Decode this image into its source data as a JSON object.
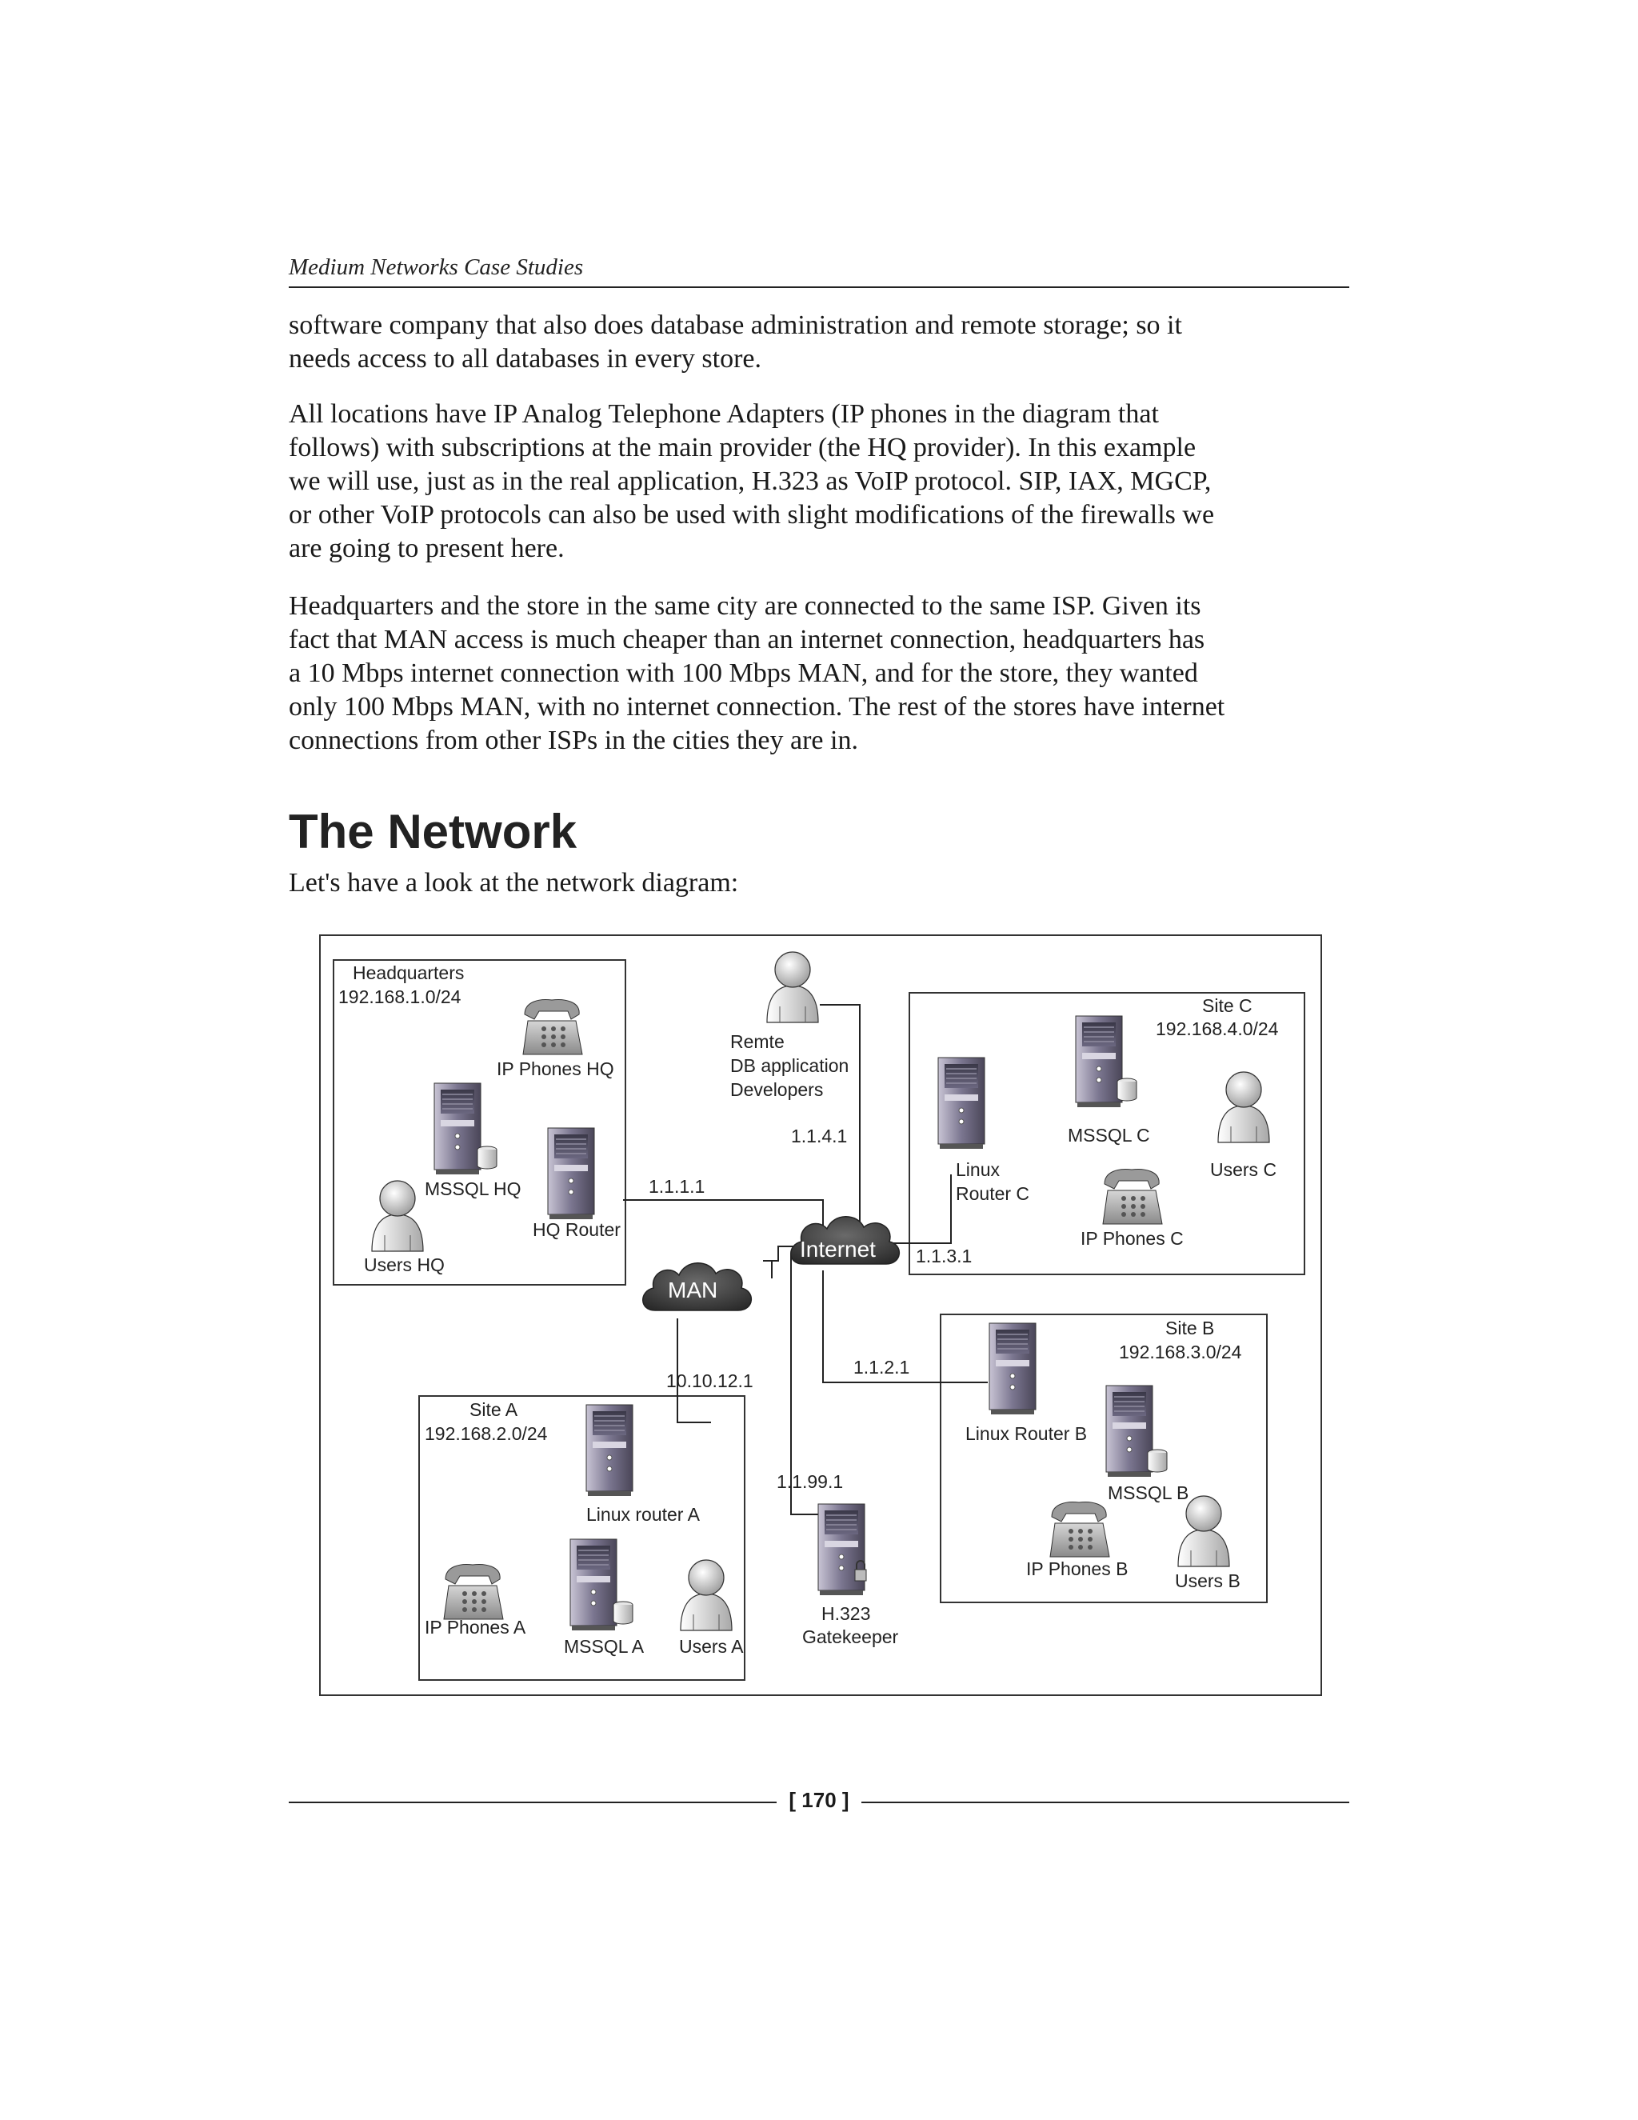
{
  "header": {
    "running_title": "Medium Networks Case Studies"
  },
  "body": {
    "paragraph1": [
      "software company that also does database administration and remote storage; so it",
      "needs access to all databases in every store."
    ],
    "paragraph2": [
      "All locations have IP Analog Telephone Adapters (IP phones in the diagram that",
      "follows) with subscriptions at the main provider (the HQ provider). In this example",
      "we will use, just as in the real application, H.323 as VoIP protocol. SIP, IAX, MGCP,",
      "or other VoIP protocols can also be used with slight modifications of the firewalls we",
      "are going to present here."
    ],
    "paragraph3": [
      "Headquarters and the store in the same city are connected to the same ISP. Given its",
      "fact that MAN access is much cheaper than an internet connection, headquarters has",
      "a 10 Mbps internet connection with 100 Mbps MAN, and for the store, they wanted",
      "only 100 Mbps MAN, with no internet connection. The rest of the stores have internet",
      "connections from other ISPs in the cities they are in."
    ],
    "section_title": "The Network",
    "intro": "Let's have a look at the network diagram:"
  },
  "diagram": {
    "hq": {
      "name": "Headquarters",
      "subnet": "192.168.1.0/24",
      "phones": "IP Phones HQ",
      "db": "MSSQL HQ",
      "router": "HQ Router",
      "users": "Users HQ"
    },
    "site_a": {
      "name": "Site A",
      "subnet": "192.168.2.0/24",
      "router": "Linux router A",
      "phones": "IP Phones A",
      "db": "MSSQL A",
      "users": "Users A"
    },
    "site_b": {
      "name": "Site B",
      "subnet": "192.168.3.0/24",
      "router": "Linux Router B",
      "db": "MSSQL B",
      "phones": "IP Phones B",
      "users": "Users B"
    },
    "site_c": {
      "name": "Site C",
      "subnet": "192.168.4.0/24",
      "router_line1": "Linux",
      "router_line2": "Router C",
      "db": "MSSQL C",
      "users": "Users C",
      "phones": "IP Phones C"
    },
    "remote": {
      "line1": "Remte",
      "line2": "DB application",
      "line3": "Developers"
    },
    "gatekeeper": {
      "line1": "H.323",
      "line2": "Gatekeeper"
    },
    "clouds": {
      "internet": "Internet",
      "man": "MAN"
    },
    "ips": {
      "hq": "1.1.1.1",
      "remote": "1.1.4.1",
      "site_c": "1.1.3.1",
      "site_b": "1.1.2.1",
      "site_a": "10.10.12.1",
      "gatekeeper": "1.1.99.1"
    }
  },
  "footer": {
    "page_number": "[ 170 ]"
  }
}
